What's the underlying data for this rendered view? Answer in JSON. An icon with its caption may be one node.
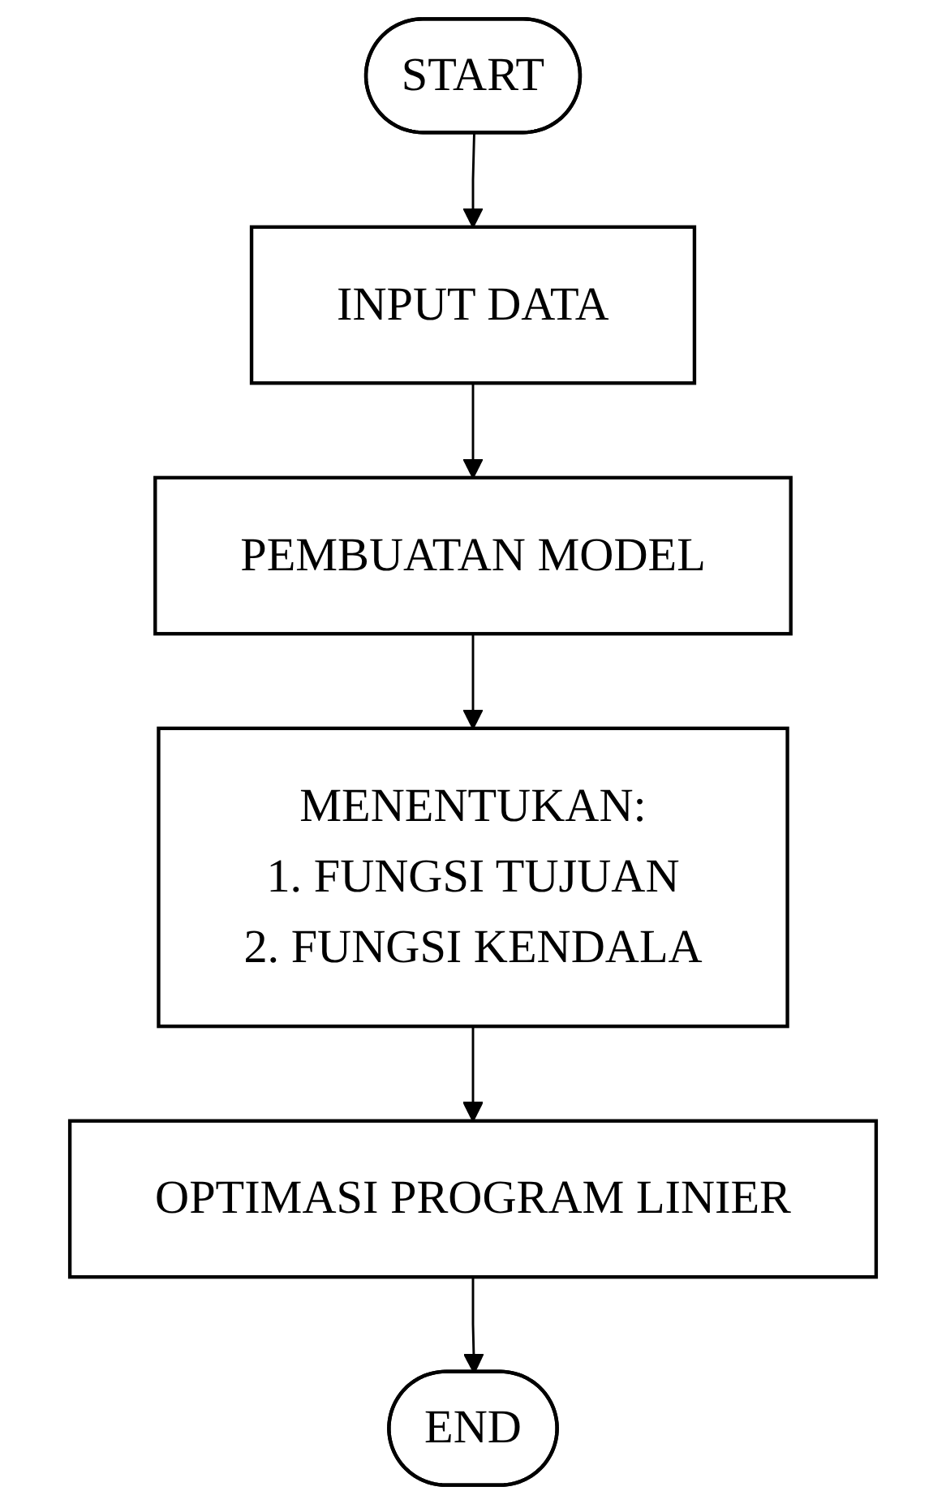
{
  "diagram": {
    "nodes": [
      {
        "text": [
          "START"
        ]
      },
      {
        "text": [
          "INPUT DATA"
        ]
      },
      {
        "text": [
          "PEMBUATAN MODEL"
        ]
      },
      {
        "text": [
          "MENENTUKAN:",
          "1. FUNGSI TUJUAN",
          "2. FUNGSI KENDALA"
        ]
      },
      {
        "text": [
          "OPTIMASI PROGRAM LINIER"
        ]
      },
      {
        "text": [
          "END"
        ]
      }
    ],
    "edges": [
      {
        "from": 0,
        "to": 1,
        "arrow": "to"
      },
      {
        "from": 1,
        "to": 2,
        "arrow": "to"
      },
      {
        "from": 2,
        "to": 3,
        "arrow": "to"
      },
      {
        "from": 3,
        "to": 4,
        "arrow": "to"
      },
      {
        "from": 4,
        "to": 5,
        "arrow": "to"
      }
    ]
  }
}
